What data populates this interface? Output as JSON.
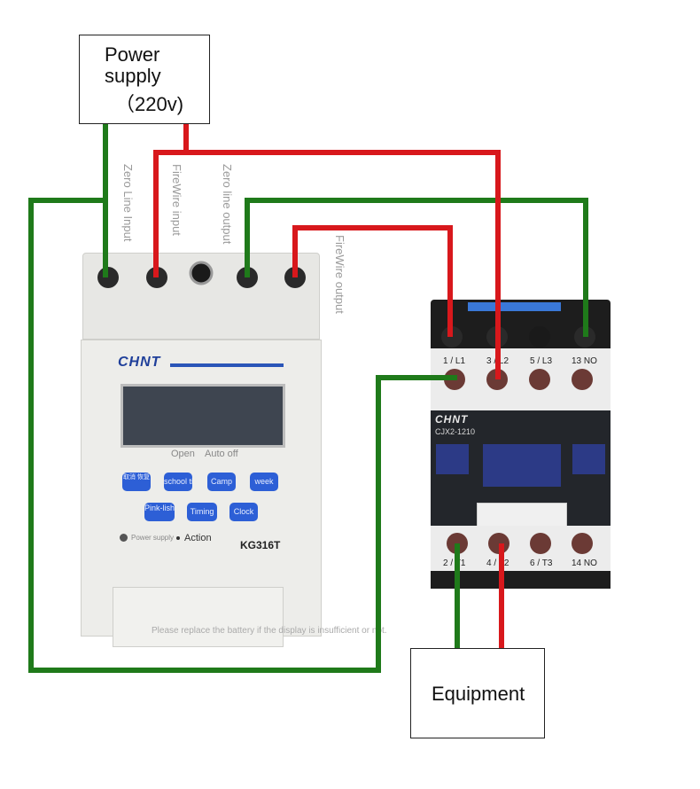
{
  "power_supply": {
    "line1": "Power",
    "line2": "supply",
    "line3": "（220v)"
  },
  "equipment": {
    "label": "Equipment"
  },
  "wire_labels": {
    "zero_line_input": "Zero Line Input",
    "firewire_input": "FireWire input",
    "zero_line_output": "Zero line output",
    "firewire_output": "FireWire output"
  },
  "timer": {
    "brand": "CHNT",
    "status_open": "Open",
    "status_auto_off": "Auto off",
    "buttons": [
      "取消 恢复",
      "school time",
      "Camp",
      "week",
      "Pink-lish",
      "Timing",
      "Clock"
    ],
    "power_supply_label": "Power supply",
    "action_label": "Action",
    "model": "KG316T",
    "battery_note": "Please replace the battery if the display is insufficient or not."
  },
  "contactor": {
    "brand": "CHNT",
    "model": "CJX2-1210",
    "top_terminals": [
      "1 / L1",
      "3 / L2",
      "5 / L3",
      "13 NO"
    ],
    "bottom_terminals": [
      "2 / T1",
      "4 / T2",
      "6 / T3",
      "14 NO"
    ]
  },
  "colors": {
    "live_wire": "#d8181c",
    "neutral_wire": "#1f7a1a",
    "lcd": "#3e4550",
    "button": "#2d5fd6",
    "brand": "#1f3f9a"
  }
}
